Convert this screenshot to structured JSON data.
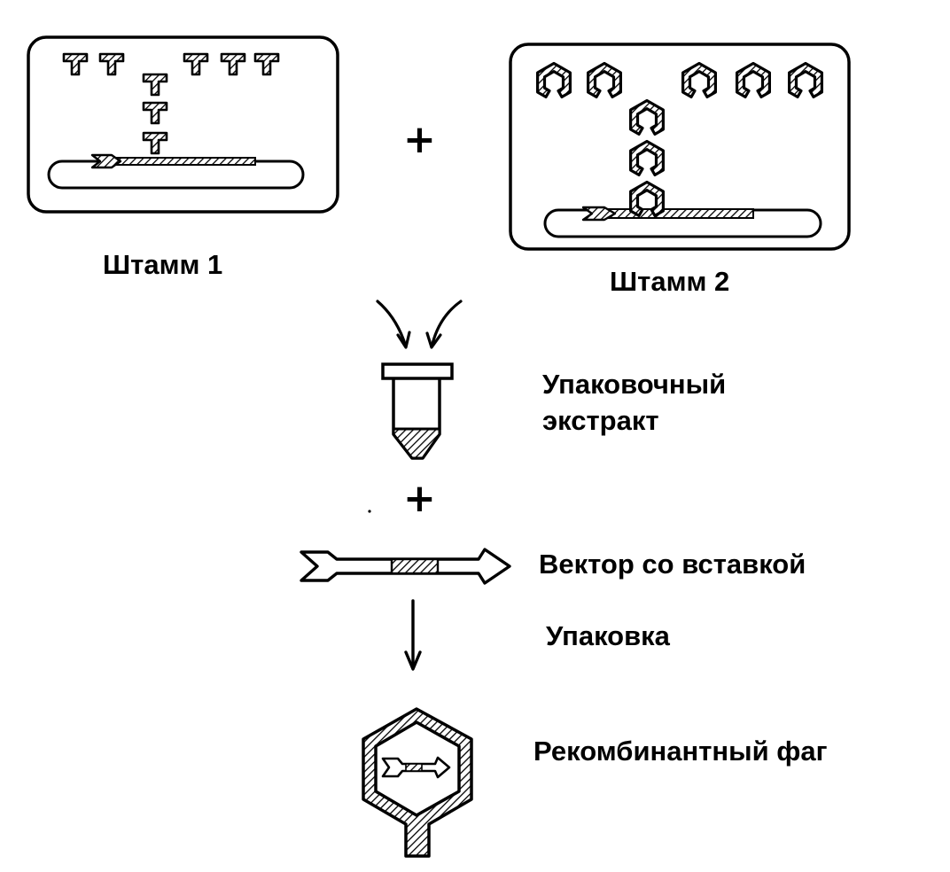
{
  "labels": {
    "strain1": "Штамм 1",
    "strain2": "Штамм 2",
    "extract_line1": "Упаковочный",
    "extract_line2": "экстракт",
    "vector": "Вектор со  вставкой",
    "packaging": "Упаковка",
    "phage": "Рекомбинантный фаг"
  },
  "symbols": {
    "plus": "+"
  },
  "colors": {
    "ink": "#000000",
    "paper": "#ffffff"
  }
}
